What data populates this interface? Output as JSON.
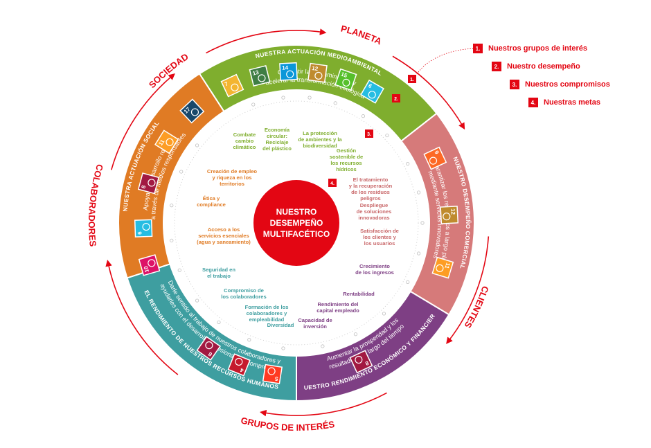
{
  "center": {
    "line1": "NUESTRO",
    "line2": "DESEMPEÑO",
    "line3": "MULTIFACÉTICO"
  },
  "stakeholders": {
    "planeta": "PLANETA",
    "clientes": "CLIENTES",
    "grupos": "GRUPOS DE INTERÉS",
    "colaboradores": "COLABORADORES",
    "sociedad": "SOCIEDAD"
  },
  "legend": {
    "items": [
      {
        "num": "1.",
        "label": "Nuestros grupos de interés"
      },
      {
        "num": "2.",
        "label": "Nuestro desempeño"
      },
      {
        "num": "3.",
        "label": "Nuestros compromisos"
      },
      {
        "num": "4.",
        "label": "Nuestras metas"
      }
    ],
    "markers": [
      "1.",
      "2.",
      "3.",
      "4."
    ]
  },
  "segments": {
    "medioambiental": {
      "title": "NUESTRA ACTUACIÓN MEDIOAMBIENTAL",
      "commitment_line1": "Combatir la contaminación y",
      "commitment_line2": "acelerar la transformación ecológica",
      "goals": [
        [
          "Combate",
          "cambio",
          "climático"
        ],
        [
          "Economía",
          "circular:",
          "Reciclaje",
          "del plástico"
        ],
        [
          "La protección",
          "de ambientes y la",
          "biodiversidad"
        ],
        [
          "Gestión",
          "sostenible de",
          "los recursos",
          "hídricos"
        ]
      ],
      "sdgs": [
        "7",
        "13",
        "14",
        "12",
        "15",
        "6"
      ],
      "color": "#7fae2e"
    },
    "comercial": {
      "title": "NUESTRO DESEMPEÑO COMERCIAL",
      "commitment_line1": "Garantizar los resultados a largo plazo",
      "commitment_line2": "mediante servicios innovadores",
      "goals": [
        [
          "El tratamiento",
          "y la recuperación",
          "de los residuos",
          "peligros"
        ],
        [
          "Despliegue",
          "de soluciones",
          "innovadoras"
        ],
        [
          "Satisfacción de",
          "los clientes y",
          "los usuarios"
        ]
      ],
      "sdgs": [
        "9",
        "12",
        "11"
      ],
      "color": "#d67a7a"
    },
    "economico": {
      "title": "NUESTRO RENDIMIENTO ECONÓMICO Y FINANCIERO",
      "commitment_line1": "Aumentar la prosperidad y los",
      "commitment_line2": "resultados a lo largo del tiempo",
      "goals": [
        [
          "Crecimiento",
          "de los ingresos"
        ],
        [
          "Rentabilidad"
        ],
        [
          "Rendimiento del",
          "capital empleado"
        ],
        [
          "Capacidad de",
          "inversión"
        ]
      ],
      "sdgs": [
        "8"
      ],
      "color": "#7e3f84"
    },
    "recursos": {
      "title": "EL RENDIMIENTO DE NUESTROS RECURSOS HUMANOS",
      "commitment_line1": "Darle sentido al trabajo de nuestros colaboradores y",
      "commitment_line2": "ayudarles con el desarrollo profesional y el compromiso",
      "goals": [
        [
          "Seguridad en",
          "el trabajo"
        ],
        [
          "Compromiso de",
          "los colaboradores"
        ],
        [
          "Formación de los",
          "colaboradores y",
          "empleabilidad"
        ],
        [
          "Diversidad"
        ]
      ],
      "sdgs": [
        "8",
        "4",
        "5"
      ],
      "color": "#3e9ea0"
    },
    "social": {
      "title": "NUESTRA ACTUACIÓN SOCIAL",
      "commitment_line1": "Apoyar el desarrollo regional",
      "commitment_line2": "a través de medios responsables",
      "goals": [
        [
          "Creación de empleo",
          "y riqueza en los",
          "territorios"
        ],
        [
          "Ética y",
          "compliance"
        ],
        [
          "Acceso a los",
          "servicios esenciales",
          "(agua y saneamiento)"
        ]
      ],
      "sdgs": [
        "17",
        "11",
        "8",
        "6",
        "10"
      ],
      "color": "#e07b24"
    }
  },
  "colors": {
    "accent": "#e30613",
    "inner_ring": "#ffffff",
    "sdg_7": "#f3b531",
    "sdg_13": "#3f7e44",
    "sdg_14": "#0a97d9",
    "sdg_12": "#bf8b2e",
    "sdg_15": "#56c02b",
    "sdg_6": "#26bde2",
    "sdg_9": "#fd6925",
    "sdg_11": "#fd9d24",
    "sdg_8": "#a21942",
    "sdg_4": "#c5192d",
    "sdg_5": "#ff3a21",
    "sdg_17": "#19486a",
    "sdg_10": "#dd1367"
  }
}
